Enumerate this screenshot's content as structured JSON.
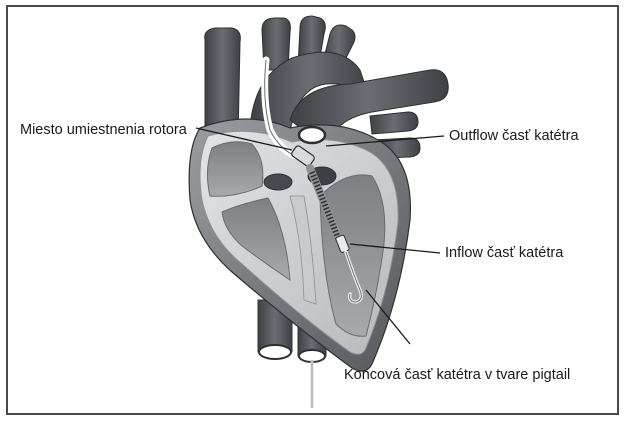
{
  "labels": {
    "rotor_site": "Miesto umiestnenia rotora",
    "outflow": "Outflow časť katétra",
    "inflow": "Inflow časť katétra",
    "pigtail": "Koncová časť katétra v tvare pigtail"
  },
  "colors": {
    "frame": "#4a4a4a",
    "vessel_dark": "#5a5c60",
    "wall_light": "#cfd1d4",
    "chamber": "#8f9195",
    "leader_line": "#1a1a1a"
  }
}
